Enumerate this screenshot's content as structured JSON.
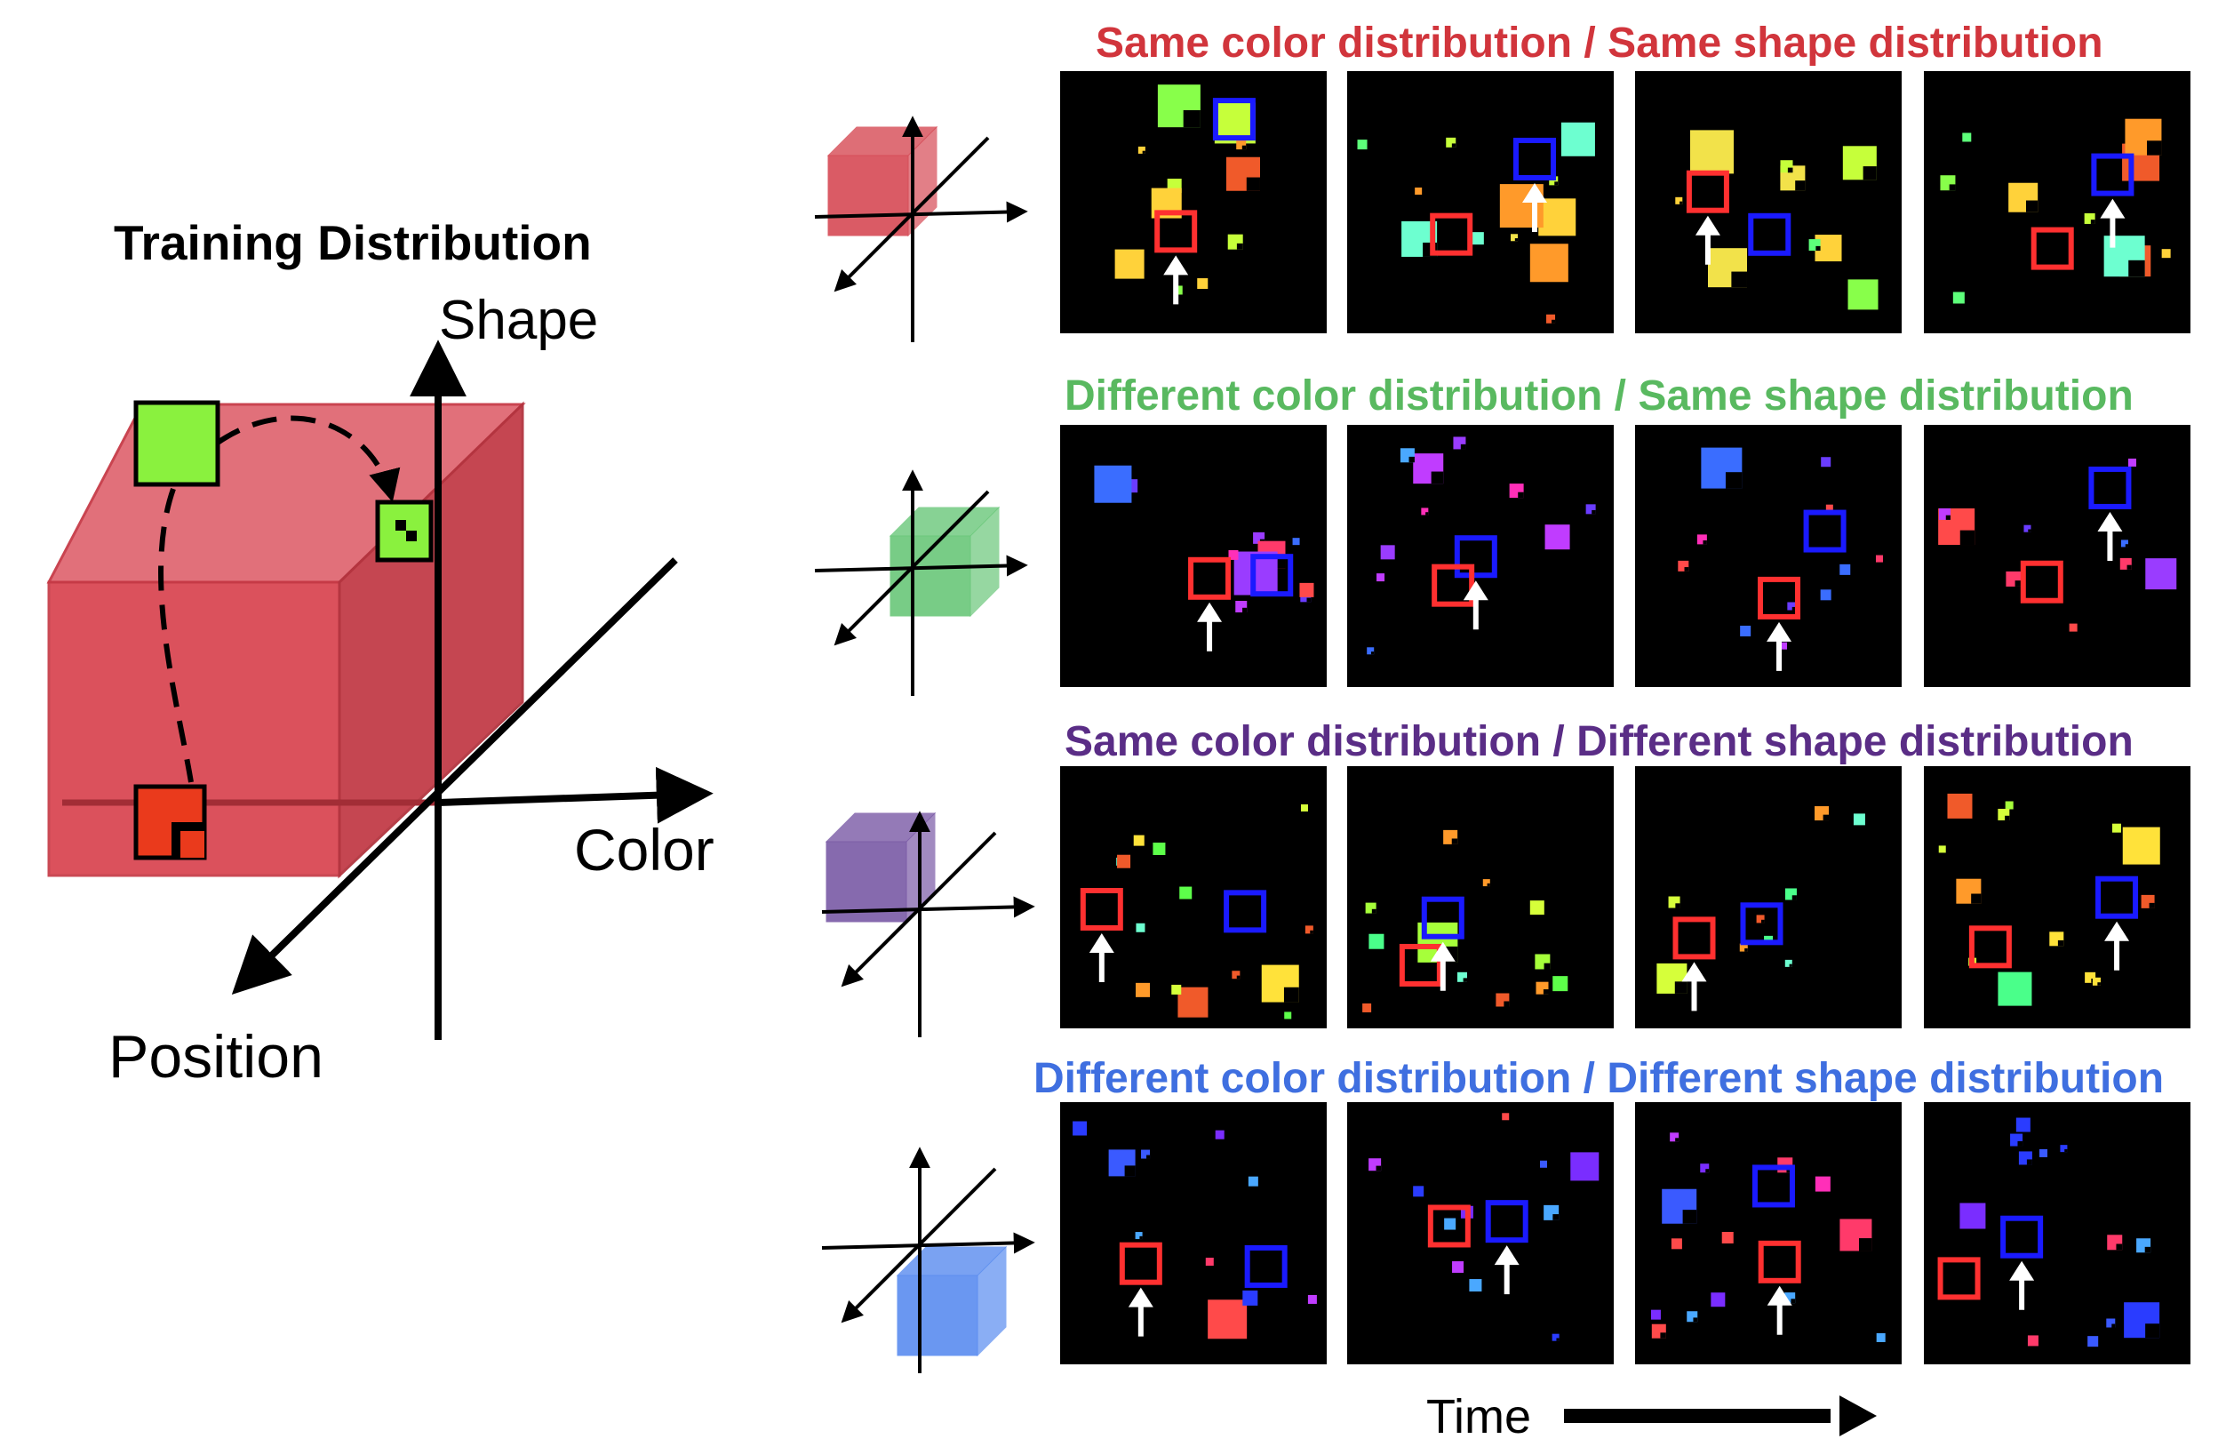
{
  "left_panel": {
    "title": "Training Distribution",
    "axis_shape": "Shape",
    "axis_color": "Color",
    "axis_position": "Position",
    "cube_color": "#d9434f"
  },
  "rows": [
    {
      "title": "Same color distribution / Same shape distribution",
      "title_color": "#d1353c",
      "cube_color": "#d64a55",
      "palette": [
        "#ff9a2a",
        "#ffd23a",
        "#c6ff3a",
        "#88ff4a",
        "#5dff7a",
        "#6dffd0",
        "#f05a2a",
        "#f2e24a"
      ]
    },
    {
      "title": "Different color distribution / Same shape distribution",
      "title_color": "#59b960",
      "cube_color": "#6ac77a",
      "palette": [
        "#9a3cff",
        "#ff2fb8",
        "#ff3a6a",
        "#3a6dff",
        "#4aa8ff",
        "#c03cff",
        "#ff4a4a",
        "#6a3cff"
      ]
    },
    {
      "title": "Same color distribution / Different shape distribution",
      "title_color": "#5a2d86",
      "cube_color": "#7a5aa6",
      "palette": [
        "#a6ff3a",
        "#4aff8a",
        "#6dffd0",
        "#ffe23a",
        "#ff9a2a",
        "#f05a2a",
        "#5dff4a",
        "#d6ff3a"
      ]
    },
    {
      "title": "Different color distribution / Different shape distribution",
      "title_color": "#3f6fe0",
      "cube_color": "#5a8cf0",
      "palette": [
        "#7a2dff",
        "#ff2fb8",
        "#ff3a6a",
        "#3a5aff",
        "#4aa8ff",
        "#c03cff",
        "#ff4a4a",
        "#2a3cff"
      ]
    }
  ],
  "time_label": "Time"
}
